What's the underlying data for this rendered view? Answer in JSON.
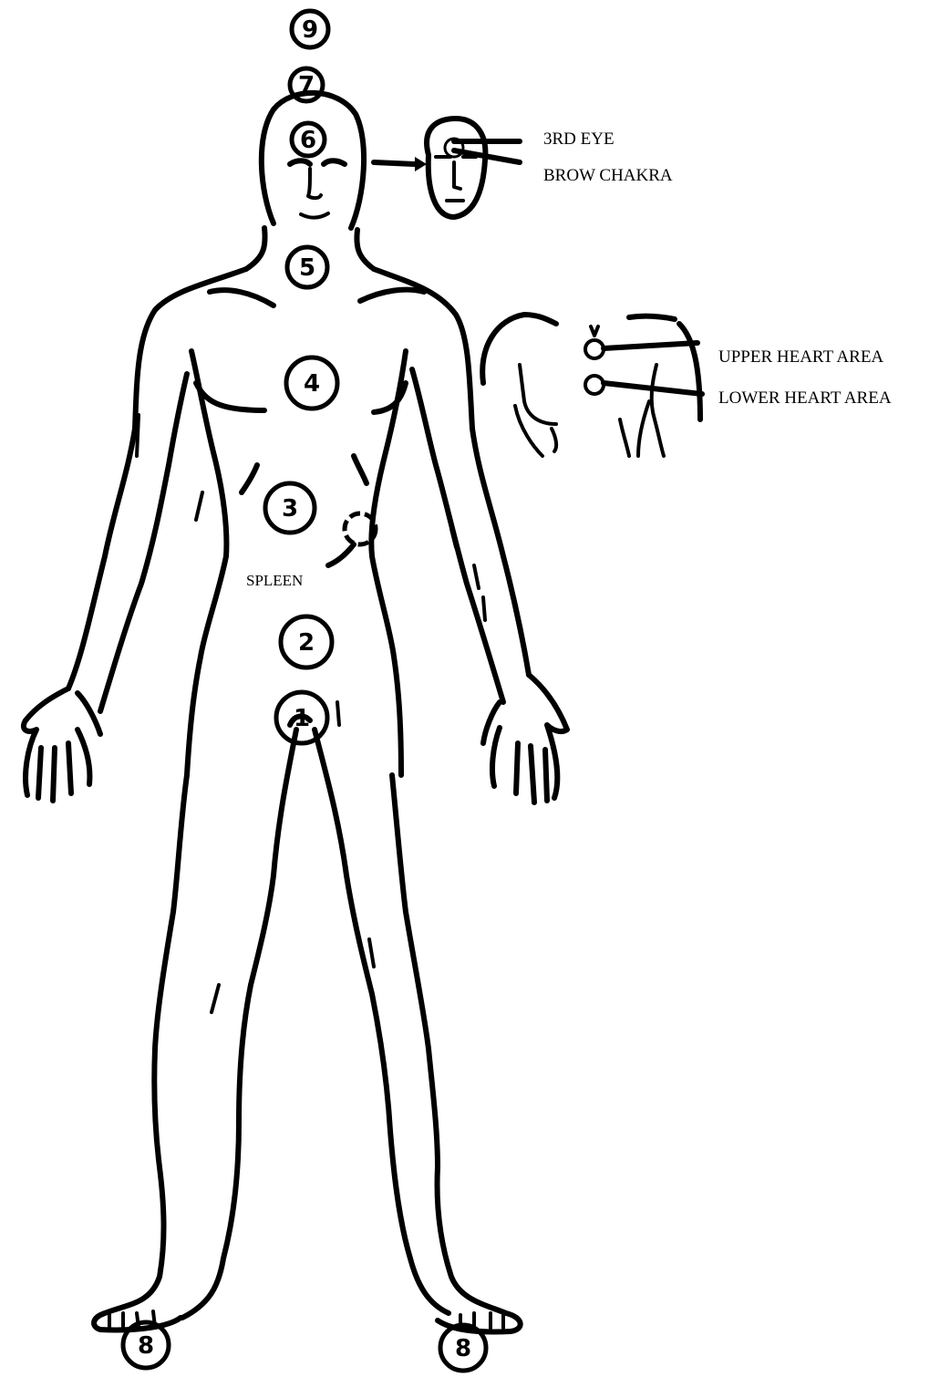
{
  "chakras": [
    {
      "id": "9",
      "label": "9"
    },
    {
      "id": "7",
      "label": "7"
    },
    {
      "id": "6",
      "label": "6"
    },
    {
      "id": "5",
      "label": "5"
    },
    {
      "id": "4",
      "label": "4"
    },
    {
      "id": "3",
      "label": "3"
    },
    {
      "id": "2",
      "label": "2"
    },
    {
      "id": "1",
      "label": "1"
    },
    {
      "id": "8-left",
      "label": "8"
    },
    {
      "id": "8-right",
      "label": "8"
    }
  ],
  "labels": {
    "third_eye": "3RD EYE",
    "brow_chakra": "BROW CHAKRA",
    "upper_heart": "UPPER HEART AREA",
    "lower_heart": "LOWER HEART AREA",
    "spleen": "SPLEEN"
  },
  "colors": {
    "ink": "#000000",
    "paper": "#ffffff"
  }
}
